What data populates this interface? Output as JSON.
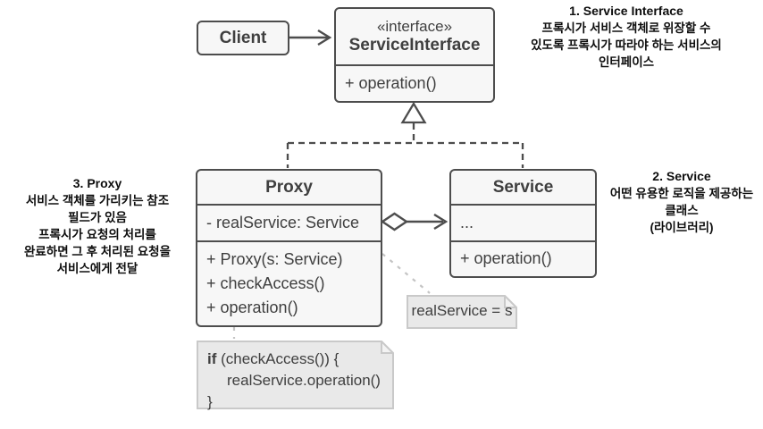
{
  "diagram": {
    "kind": "uml-class-diagram",
    "pattern": "Proxy",
    "classes": {
      "client": {
        "name": "Client"
      },
      "service_interface": {
        "stereotype": "«interface»",
        "name": "ServiceInterface",
        "methods": [
          "+ operation()"
        ]
      },
      "proxy": {
        "name": "Proxy",
        "fields": [
          "- realService: Service"
        ],
        "methods": [
          "+ Proxy(s: Service)",
          "+ checkAccess()",
          "+ operation()"
        ]
      },
      "service": {
        "name": "Service",
        "fields": [
          "..."
        ],
        "methods": [
          "+ operation()"
        ]
      }
    },
    "notes": {
      "assignment": {
        "text": "realService = s"
      },
      "code": {
        "keyword": "if",
        "line1_rest": " (checkAccess()) {",
        "line2": "realService.operation()",
        "line3": "}"
      }
    },
    "annotations": {
      "service_interface": {
        "heading": "1. Service Interface",
        "lines": [
          "프록시가 서비스 객체로 위장할 수",
          "있도록 프록시가 따라야 하는 서비스의",
          "인터페이스"
        ]
      },
      "service": {
        "heading": "2. Service",
        "lines": [
          "어떤 유용한 로직을 제공하는",
          "클래스",
          "(라이브러리)"
        ]
      },
      "proxy": {
        "heading": "3. Proxy",
        "lines": [
          "서비스 객체를 가리키는 참조",
          "필드가 있음",
          "프록시가 요청의 처리를",
          "완료하면 그 후 처리된 요청을",
          "서비스에게 전달"
        ]
      }
    },
    "colors": {
      "box_border": "#4d4d4d",
      "box_fill": "#f7f7f7",
      "box_text": "#3f3f3f",
      "note_fill": "#e9e9e9",
      "note_border": "#c9c9c9",
      "note_fold": "#f3f3f3",
      "note_link_dash": "#c4c4c4",
      "annotation_text": "#0d0d0d"
    }
  }
}
